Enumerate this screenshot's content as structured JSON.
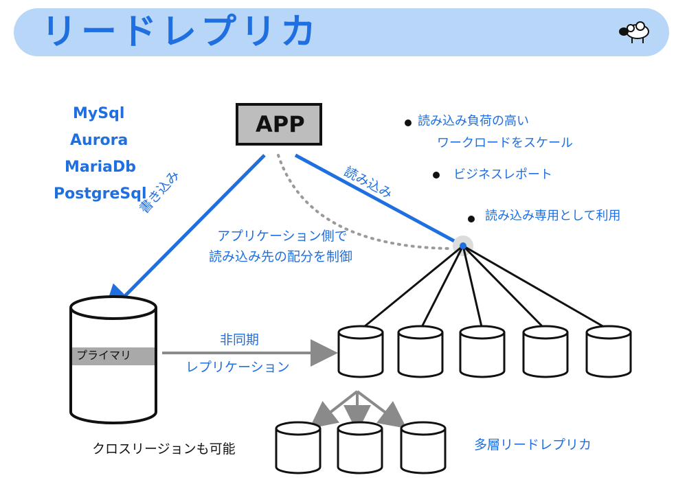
{
  "title": "リードレプリカ",
  "engines": [
    "MySql",
    "Aurora",
    "MariaDb",
    "PostgreSql"
  ],
  "app": {
    "label": "APP"
  },
  "features": [
    "読み込み負荷の高い",
    "ワークロードをスケール",
    "ビジネスレポート",
    "読み込み専用として利用"
  ],
  "labels": {
    "write": "書き込み",
    "read": "読み込み",
    "app_control_1": "アプリケーション側で",
    "app_control_2": "読み込み先の配分を制御",
    "primary": "プライマリ",
    "async": "非同期",
    "replication": "レプリケーション",
    "cross_region": "クロスリージョンも可能",
    "multi_tier": "多層リードレプリカ"
  },
  "colors": {
    "accent": "#1f6fe0",
    "banner": "#b7d6f8",
    "arrow_gray": "#8a8a8a",
    "app_box": "#bdbdbd"
  },
  "icons": {
    "mascot": "sheep-icon"
  }
}
